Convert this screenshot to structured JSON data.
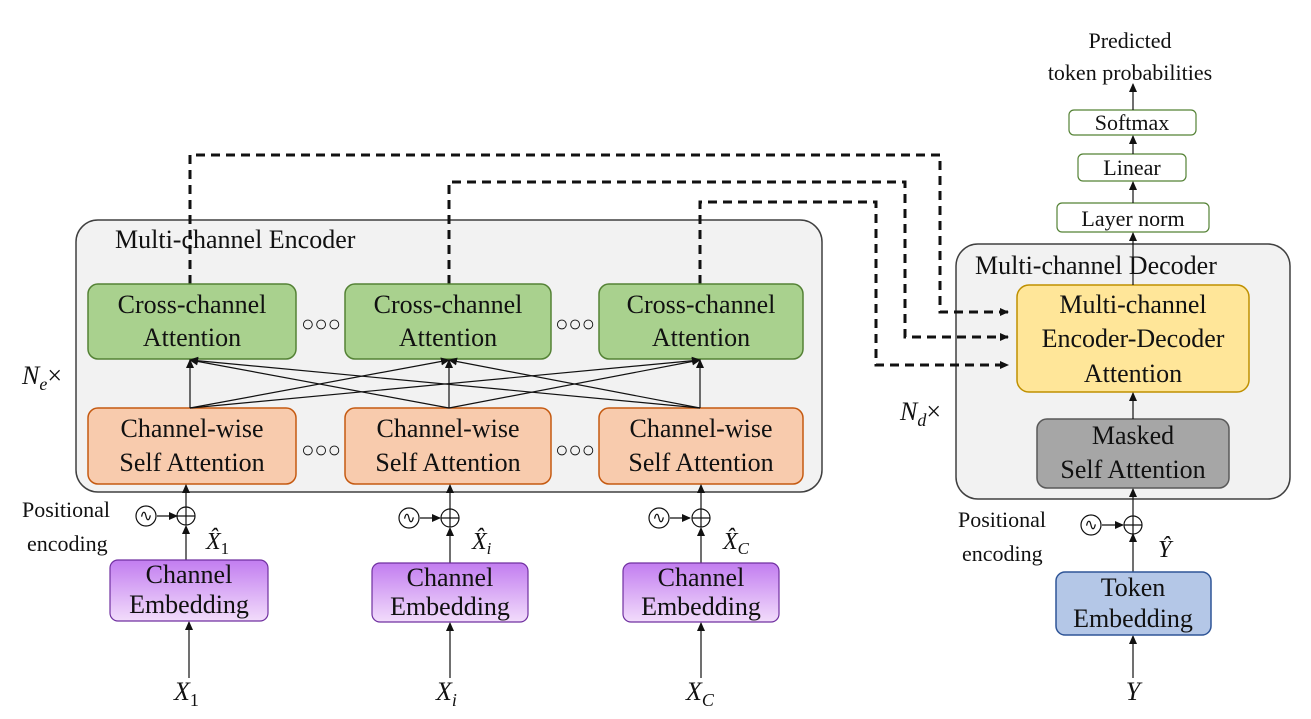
{
  "output": {
    "line1": "Predicted",
    "line2": "token probabilities"
  },
  "decoder_stack": {
    "softmax": "Softmax",
    "linear": "Linear",
    "layer_norm": "Layer norm"
  },
  "encoder": {
    "title": "Multi-channel Encoder",
    "repeat": "N",
    "repeat_sub": "e",
    "times": "×",
    "cross_line1": "Cross-channel",
    "cross_line2": "Attention",
    "self_line1": "Channel-wise",
    "self_line2": "Self Attention",
    "ellipsis": "○○○"
  },
  "decoder": {
    "title": "Multi-channel Decoder",
    "repeat": "N",
    "repeat_sub": "d",
    "times": "×",
    "encdec_line1": "Multi-channel",
    "encdec_line2": "Encoder-Decoder",
    "encdec_line3": "Attention",
    "masked_line1": "Masked",
    "masked_line2": "Self Attention"
  },
  "positional": {
    "line1": "Positional",
    "line2": "encoding",
    "symbol": "∿",
    "plus": "⊕"
  },
  "embedding": {
    "channel_line1": "Channel",
    "channel_line2": "Embedding",
    "token_line1": "Token",
    "token_line2": "Embedding"
  },
  "inputs": {
    "x1": "X",
    "x1_sub": "1",
    "xi": "X",
    "xi_sub": "i",
    "xc": "X",
    "xc_sub": "C",
    "y": "Y"
  },
  "embedded": {
    "x1": "X̂",
    "x1_sub": "1",
    "xi": "X̂",
    "xi_sub": "i",
    "xc": "X̂",
    "xc_sub": "C",
    "y": "Ŷ"
  },
  "colors": {
    "cross_fill": "#a9d18e",
    "cross_stroke": "#548235",
    "self_fill": "#f8cbad",
    "self_stroke": "#c55a11",
    "embed_grad_top": "#c27df0",
    "embed_grad_bottom": "#f2dcfb",
    "embed_stroke": "#7030a0",
    "token_fill": "#b4c7e7",
    "token_stroke": "#2f5597",
    "encdec_fill": "#ffe699",
    "encdec_stroke": "#bf9000",
    "masked_fill": "#a6a6a6",
    "masked_stroke": "#595959",
    "group_fill": "#f2f2f2",
    "group_stroke": "#404040",
    "small_box_stroke": "#548235"
  }
}
